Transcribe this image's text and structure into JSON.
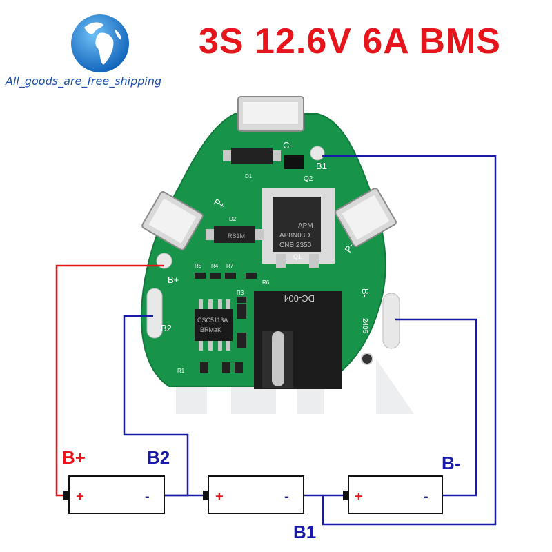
{
  "header": {
    "title": "3S 12.6V 6A BMS",
    "store_name": "All_goods_are_free_shipping",
    "logo_icon": "globe-icon"
  },
  "board": {
    "pads": {
      "c_minus": "C-",
      "b1": "B1",
      "p_plus": "P+",
      "p_minus": "P-",
      "b_plus": "B+",
      "b2": "B2",
      "b_minus": "B-"
    },
    "components": {
      "d1": "D1",
      "d2": "D2",
      "d2_marking": "RS1M",
      "q2": "Q2",
      "q1": "Q1",
      "mosfet_line1": "APM",
      "mosfet_line2": "AP8N03D",
      "mosfet_line3": "CNB 2350",
      "r5": "R5",
      "r4": "R4",
      "r7": "R7",
      "r6": "R6",
      "r3": "R3",
      "r1": "R1",
      "ic_line1": "CSC5113A",
      "ic_line2": "BRMaK",
      "connector": "DC-004",
      "date_code": "2405"
    }
  },
  "wiring": {
    "labels": {
      "b_plus": "B+",
      "b2": "B2",
      "b1": "B1",
      "b_minus": "B-"
    },
    "colors": {
      "red": "#e8141c",
      "blue": "#1a1aa8",
      "board": "#17934a"
    }
  },
  "cells": [
    {
      "plus": "+",
      "minus": "-"
    },
    {
      "plus": "+",
      "minus": "-"
    },
    {
      "plus": "+",
      "minus": "-"
    }
  ]
}
